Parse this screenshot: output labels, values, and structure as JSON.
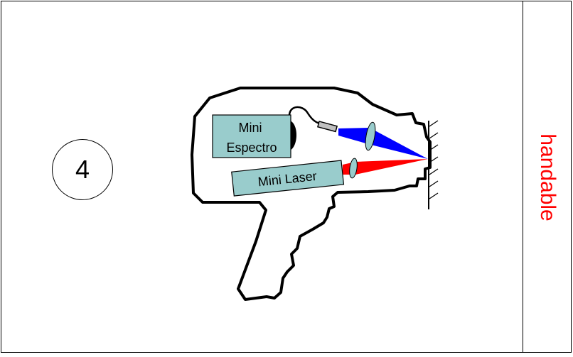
{
  "step": {
    "number": "4"
  },
  "side": {
    "label": "handable",
    "color": "#ff0000"
  },
  "device": {
    "spectrometer_label_line1": "Mini",
    "spectrometer_label_line2": "Espectro",
    "laser_label": "Mini Laser",
    "box_fill": "#99cccc",
    "collection_beam_color": "#0000ff",
    "laser_beam_color": "#ff0000",
    "lens_fill": "#99cccc"
  }
}
